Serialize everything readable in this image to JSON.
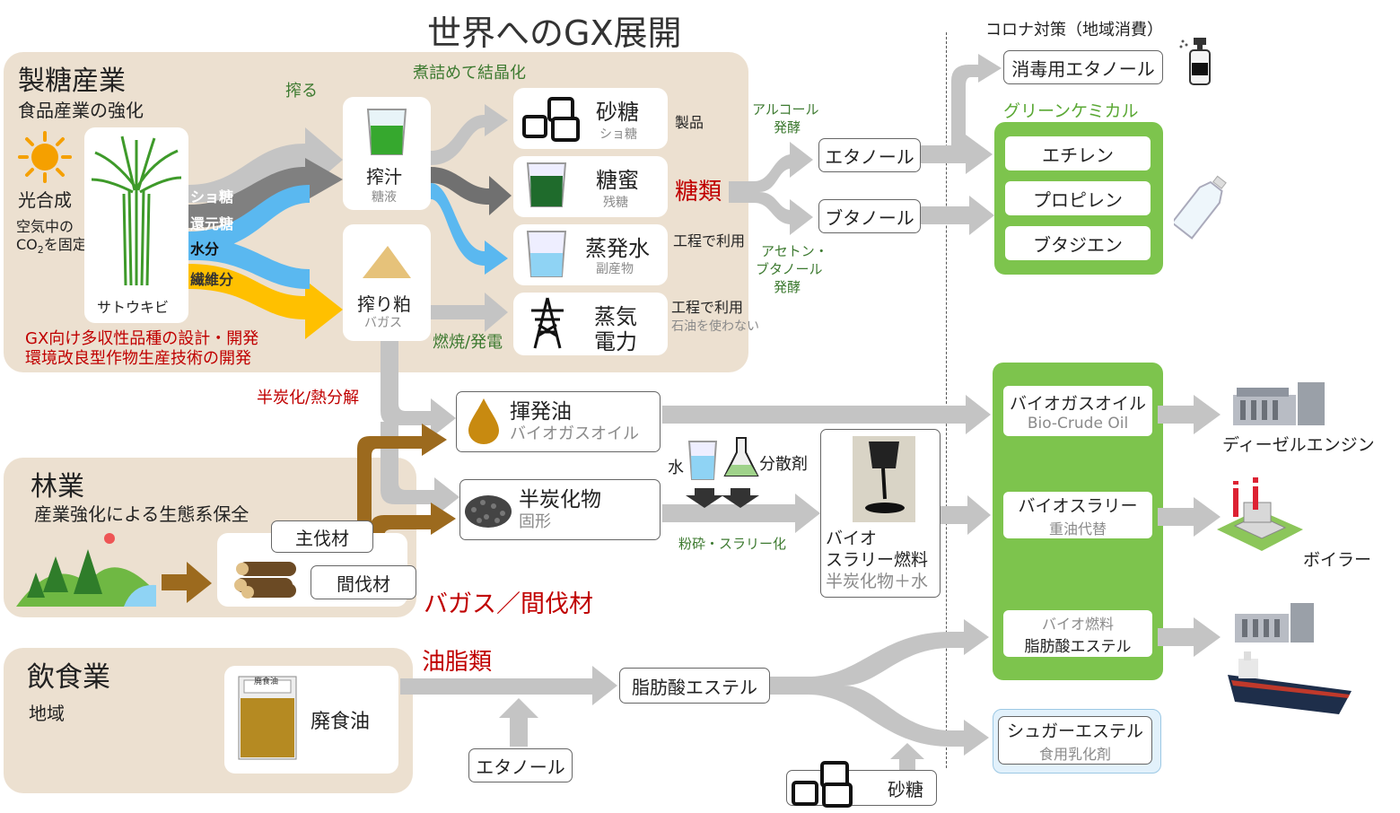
{
  "title": "世界へのGX展開",
  "sugar_industry": {
    "title": "製糖産業",
    "subtitle": "食品産業の強化",
    "photosynthesis": "光合成",
    "co2_line1": "空気中の",
    "co2_prefix": "CO",
    "co2_sub": "2",
    "co2_suffix": "を固定",
    "sugarcane": "サトウキビ",
    "streams": [
      "ショ糖",
      "還元糖",
      "水分",
      "繊維分"
    ],
    "press": "搾る",
    "crystallize": "煮詰めて結晶化",
    "juice": "搾汁",
    "juice_sub": "糖液",
    "bagasse": "搾り粕",
    "bagasse_sub": "バガス",
    "sugar": "砂糖",
    "sugar_sub": "ショ糖",
    "molasses": "糖蜜",
    "molasses_sub": "残糖",
    "evap_water": "蒸発水",
    "evap_water_sub": "副産物",
    "steam": "蒸気",
    "power": "電力",
    "burn": "燃焼/発電",
    "product": "製品",
    "process_use1": "工程で利用",
    "process_use2": "工程で利用",
    "no_oil": "石油を使わない",
    "sugars": "糖類",
    "dev_line1": "GX向け多収性品種の設計・開発",
    "dev_line2": "環境改良型作物生産技術の開発"
  },
  "fermentation": {
    "alcohol_line1": "アルコール",
    "alcohol_line2": "発酵",
    "abe_line1": "アセトン・",
    "abe_line2": "ブタノール",
    "abe_line3": "発酵",
    "ethanol": "エタノール",
    "butanol": "ブタノール"
  },
  "covid": {
    "label": "コロナ対策（地域消費）",
    "disinfectant": "消毒用エタノール"
  },
  "green_chemical": {
    "title": "グリーンケミカル",
    "items": [
      "エチレン",
      "プロピレン",
      "ブタジエン"
    ]
  },
  "carbonization": {
    "label": "半炭化/熱分解",
    "volatile_oil": "揮発油",
    "volatile_oil_sub": "バイオガスオイル",
    "semi_carbide": "半炭化物",
    "semi_carbide_sub": "固形",
    "water": "水",
    "dispersant": "分散剤",
    "grind": "粉砕・スラリー化",
    "slurry_line1": "バイオ",
    "slurry_line2": "スラリー燃料",
    "slurry_line3": "半炭化物＋水",
    "bagasse_thinning": "バガス／間伐材"
  },
  "forestry": {
    "title": "林業",
    "subtitle": "産業強化による生態系保全",
    "main_timber": "主伐材",
    "thinning": "間伐材"
  },
  "bio_fuels": {
    "gas_oil": "バイオガスオイル",
    "gas_oil_en": "Bio-Crude Oil",
    "slurry": "バイオスラリー",
    "slurry_sub": "重油代替",
    "fuel_line1": "バイオ燃料",
    "fuel_line2": "脂肪酸エステル",
    "diesel": "ディーゼルエンジン",
    "boiler": "ボイラー"
  },
  "food_service": {
    "title": "飲食業",
    "subtitle": "地域",
    "waste_oil": "廃食油",
    "jar_label": "廃食油",
    "fats": "油脂類",
    "fatty_ester": "脂肪酸エステル",
    "ethanol": "エタノール",
    "sugar": "砂糖",
    "sugar_ester": "シュガーエステル",
    "sugar_ester_sub": "食用乳化剤"
  },
  "colors": {
    "panel": "#ece0d0",
    "arrow_gray": "#c4c4c4",
    "dark_gray": "#808080",
    "blue": "#5ab8f0",
    "yellow": "#ffc000",
    "brown": "#9c6a1e",
    "green": "#7dc44d",
    "red": "#c00000"
  }
}
